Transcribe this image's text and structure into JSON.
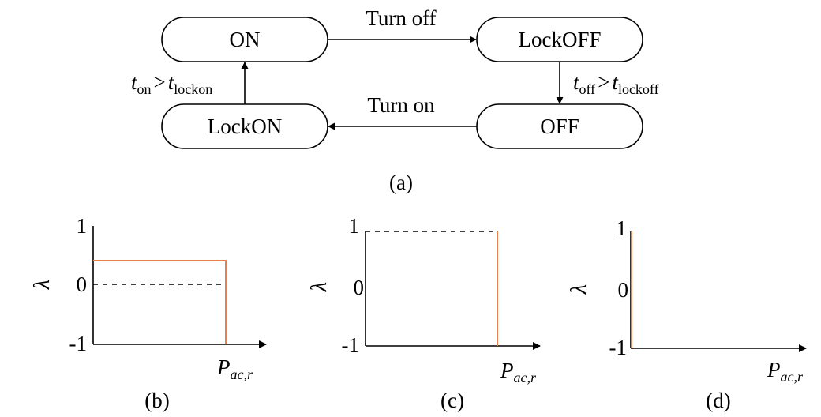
{
  "state_machine": {
    "states": {
      "on": "ON",
      "lockoff": "LockOFF",
      "off": "OFF",
      "lockon": "LockON"
    },
    "transitions": {
      "turn_off": "Turn off",
      "turn_on": "Turn on",
      "cond_left": {
        "t1": "t",
        "s1": "on",
        "op": ">",
        "t2": "t",
        "s2": "lockon"
      },
      "cond_right": {
        "t1": "t",
        "s1": "off",
        "op": ">",
        "t2": "t",
        "s2": "lockoff"
      }
    },
    "caption": "(a)"
  },
  "plots": [
    {
      "caption": "(b)",
      "ylabel": "λ",
      "yticks": [
        "1",
        "0",
        "-1"
      ],
      "xlabel": {
        "base": "P",
        "sub": "ac,r"
      },
      "lambda_level": 0.4,
      "dashed_level": 0
    },
    {
      "caption": "(c)",
      "ylabel": "λ",
      "yticks": [
        "1",
        "0",
        "-1"
      ],
      "xlabel": {
        "base": "P",
        "sub": "ac,r"
      },
      "lambda_level": 1,
      "dashed_level": 1
    },
    {
      "caption": "(d)",
      "ylabel": "λ",
      "yticks": [
        "1",
        "0",
        "-1"
      ],
      "xlabel": {
        "base": "P",
        "sub": "ac,r"
      },
      "lambda_level": 1,
      "dashed_level": null
    }
  ],
  "colors": {
    "line": "#000000",
    "lambda": "#e8804b"
  }
}
